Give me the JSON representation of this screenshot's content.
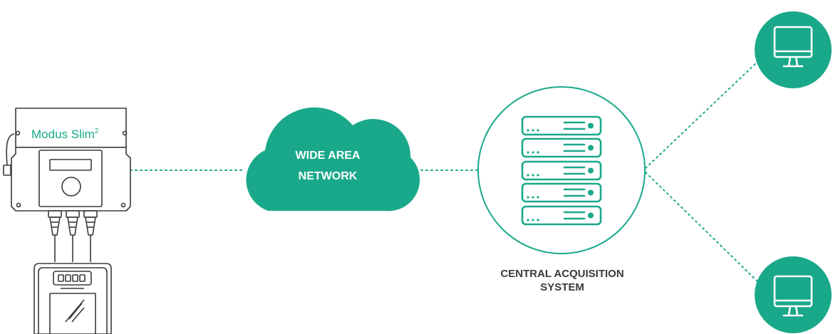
{
  "device": {
    "name": "Modus Slim",
    "superscript": "2"
  },
  "network": {
    "line1": "WIDE AREA",
    "line2": "NETWORK"
  },
  "central": {
    "line1": "CENTRAL ACQUISITION",
    "line2": "SYSTEM"
  },
  "icons": {
    "device": "modus-slim-device-icon",
    "meter": "electricity-meter-icon",
    "cloud": "cloud-icon",
    "server": "server-stack-icon",
    "monitor": "monitor-icon"
  },
  "colors": {
    "accent": "#1aa88a",
    "outline": "#3a3a3a",
    "text_dark": "#3a3a3a",
    "background": "#ffffff"
  }
}
